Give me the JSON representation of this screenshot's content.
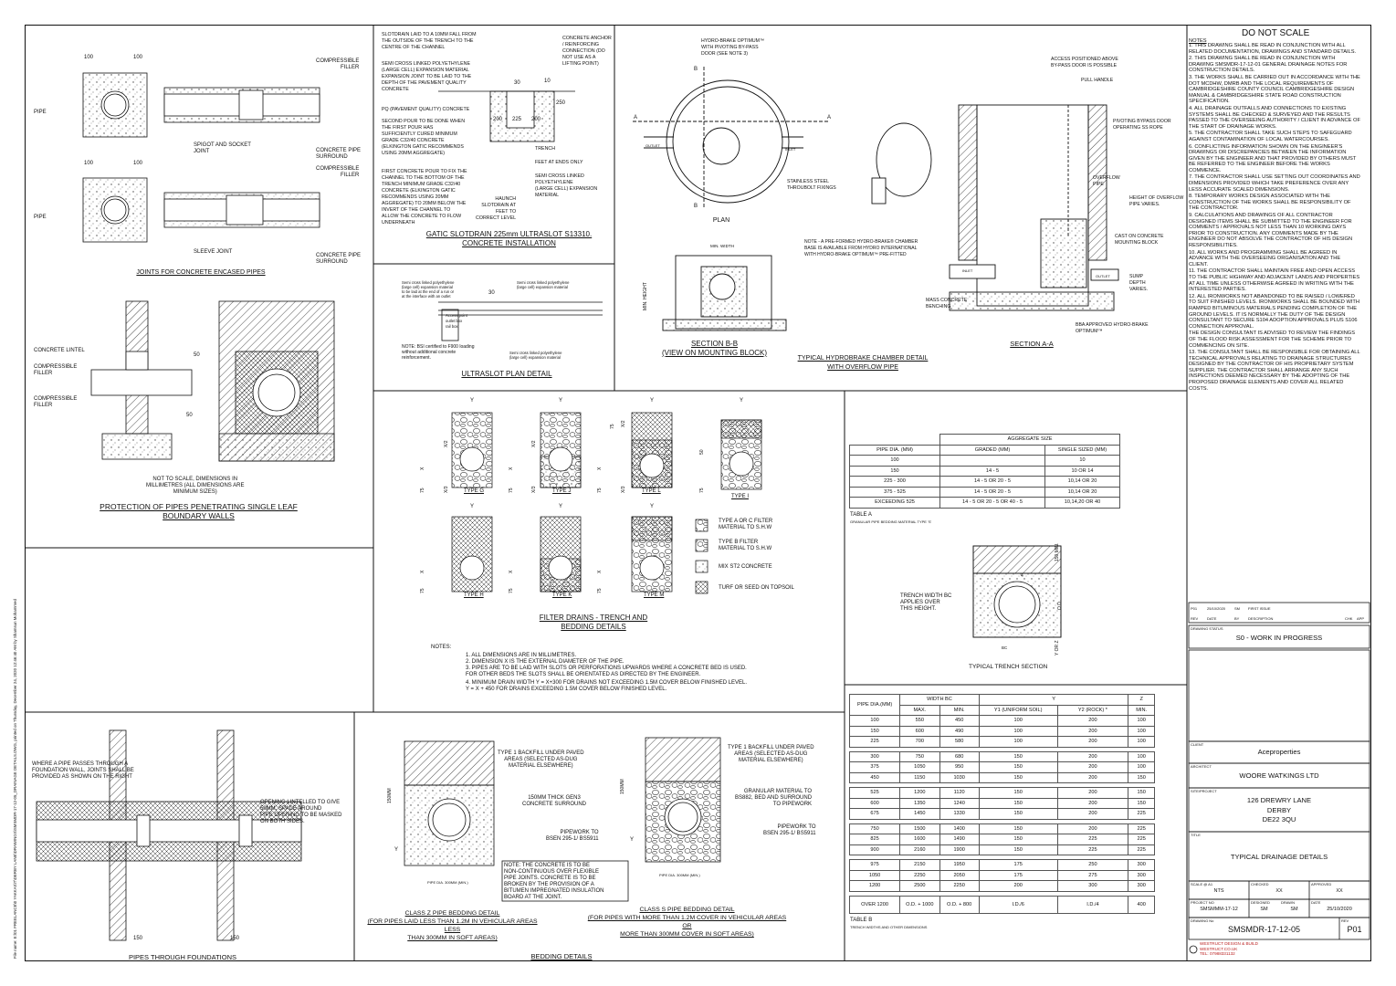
{
  "sheet": {
    "file_side_text": "File name: E:\\01 FREELANCE\\0 YAKKAS\\T\\DERBY LANE\\DRAWINGS\\SMSMDR-17-12-05_DRAINAGE DETAILS.DWG, printed on Thursday, December 24, 2020 12:46:40 AM by Shamsun Mohammed",
    "do_not_scale": "DO NOT SCALE",
    "notes_heading": "NOTES"
  },
  "joints": {
    "title": "JOINTS FOR CONCRETE ENCASED PIPES",
    "dim_100_a": "100",
    "dim_100_b": "100",
    "dim_100_c": "100",
    "dim_100_d": "100",
    "pipe_a": "PIPE",
    "pipe_b": "PIPE",
    "comp_filler_a": "COMPRESSIBLE\nFILLER",
    "comp_filler_b": "COMPRESSIBLE\nFILLER",
    "spigot": "SPIGOT AND SOCKET\nJOINT",
    "sleeve": "SLEEVE JOINT",
    "surround_a": "CONCRETE PIPE\nSURROUND",
    "surround_b": "CONCRETE PIPE\nSURROUND"
  },
  "boundary": {
    "lintel": "CONCRETE LINTEL",
    "filler_a": "COMPRESSIBLE\nFILLER",
    "filler_b": "COMPRESSIBLE\nFILLER",
    "dim50a": "50",
    "dim50b": "50",
    "note": "NOT TO SCALE, DIMENSIONS IN\nMILLIMETRES (ALL DIMENSIONS ARE\nMINIMUM SIZES)",
    "title": "PROTECTION OF PIPES PENETRATING SINGLE LEAF\nBOUNDARY WALLS"
  },
  "foundations": {
    "left_note": "WHERE A PIPE PASSES THROUGH A\nFOUNDATION WALL, JOINTS SHALL BE\nPROVIDED AS SHOWN ON THE RIGHT",
    "right_note": "OPENING LINTELLED TO GIVE\n50MM. SPACE AROUND\nPIPE OPENING TO BE MASKED\nON BOTH SIDES.",
    "dim150a": "150",
    "dim150b": "150",
    "title": "PIPES THROUGH FOUNDATIONS"
  },
  "slotdrain": {
    "t1": "SLOTDRAIN LAID TO A 10MM FALL FROM\nTHE OUTSIDE OF THE TRENCH TO THE\nCENTRE OF THE CHANNEL",
    "t2": "SEMI CROSS LINKED POLYETHYLENE\n(LARGE CELL) EXPANSION MATERIAL\nEXPANSION JOINT TO BE LAID TO THE\nDEPTH OF THE PAVEMENT QUALITY\nCONCRETE",
    "t3": "PQ (PAVEMENT QUALITY) CONCRETE",
    "t4": "SECOND POUR TO BE DONE WHEN\nTHE FIRST POUR HAS\nSUFFICIENTLY CURED MINIMUM\nGRADE C32/40 CONCRETE\n(ELKINGTON GATIC RECOMMENDS\nUSING 20MM AGGREGATE)",
    "t5": "FIRST CONCRETE POUR TO FIX THE\nCHANNEL TO THE BOTTOM OF THE\nTRENCH MINIMUM GRADE C32/40\nCONCRETE (ELKINGTON GATIC\nRECOMMENDS USING 20MM\nAGGREGATE) TO 20MM BELOW THE\nINVERT OF THE CHANNEL TO\nALLOW THE CONCRETE TO FLOW\nUNDERNEATH",
    "t6": "CONCRETE ANCHOR\n/ REINFORCING\nCONNECTION (DO\nNOT USE AS A\nLIFTING POINT)",
    "t7": "TRENCH",
    "t8": "FEET AT ENDS ONLY",
    "t9": "SEMI CROSS LINKED\nPOLYETHYLENE\n(LARGE CELL) EXPANSION\nMATERIAL",
    "t10": "HAUNCH\nSLOTDRAIN AT\nFEET TO\nCORRECT LEVEL",
    "d30": "30",
    "d10": "10",
    "d200a": "200",
    "d225": "225",
    "d200b": "200",
    "d250": "250",
    "title": "GATIC SLOTDRAIN 225mm ULTRASLOT S13310.\nCONCRETE INSTALLATION"
  },
  "ultraslot": {
    "t1": "Semi cross linked polyethylene\n(large cell) expansion material\nto be laid at the end of a run or\nat the interface with an outlet",
    "t2": "Semi cross linked polyethylene\n(large cell) expansion material",
    "t3": "Access point\noutlet box\nrail box",
    "t4": "Semi cross linked polyethylene\n(large cell) expansion material",
    "note": "NOTE: BSI certified to F900 loading\nwithout additional concrete\nreinforcement.",
    "d30": "30",
    "title": "ULTRASLOT PLAN DETAIL"
  },
  "hydro": {
    "t1": "HYDRO-BRAKE OPTIMUM™\nWITH PIVOTING BY-PASS\nDOOR (SEE NOTE 3)",
    "outlet": "OUTLET",
    "inlet": "INLET",
    "stainless": "STAINLESS STEEL\nTHROUBOLT FIXINGS",
    "a1": "A",
    "a2": "A",
    "b1": "B",
    "b2": "B",
    "plan": "PLAN",
    "note": "NOTE - A PRE-FORMED HYDRO-BRAKE® CHAMBER\nBASE IS AVAILABLE FROM HYDRO INTERNATIONAL\nWITH HYDRO-BRAKE OPTIMUM™ PRE-FITTED",
    "min_width": "MIN. WIDTH",
    "min_height": "MIN. HEIGHT",
    "section_bb": "SECTION B-B\n(VIEW ON MOUNTING BLOCK)",
    "typical": "TYPICAL HYDROBRAKE CHAMBER DETAIL\nWITH OVERFLOW PIPE",
    "access": "ACCESS POSITIONED ABOVE\nBY-PASS DOOR IS POSSIBLE",
    "pull": "PULL HANDLE",
    "pivot": "PIVOTING BYPASS DOOR\nOPERATING SS ROPE",
    "overflow": "OVERFLOW\nPIPE",
    "height_over": "HEIGHT OF OVERFLOW\nPIPE VARIES.",
    "cast": "CAST ON CONCRETE\nMOUNTING BLOCK",
    "inlet2": "INLET",
    "outlet2": "OUTLET",
    "sump": "SUMP\nDEPTH\nVARIES.",
    "mass": "MASS CONCRETE\nBENCHING",
    "bba": "BBA APPROVED HYDRO-BRAKE\nOPTIMUM™",
    "section_aa": "SECTION A-A"
  },
  "filter": {
    "y_labels": [
      "Y",
      "Y",
      "Y",
      "Y",
      "Y",
      "Y",
      "Y"
    ],
    "types": [
      "TYPE G",
      "TYPE J",
      "TYPE L",
      "TYPE I",
      "TYPE H",
      "TYPE K",
      "TYPE M"
    ],
    "dims": [
      "X/2",
      "X/2",
      "X/2",
      "X",
      "X",
      "X",
      "X/3",
      "X/3",
      "X/3",
      "75",
      "75",
      "75",
      "75",
      "75",
      "75",
      "75",
      "50",
      "75",
      "X",
      "X",
      "X"
    ],
    "legend": [
      "TYPE A OR C FILTER\nMATERIAL TO S.H.W",
      "TYPE B FILTER\nMATERIAL TO S.H.W",
      "MIX ST2 CONCRETE",
      "TURF OR SEED ON TOPSOIL"
    ],
    "title": "FILTER DRAINS - TRENCH AND\nBEDDING DETAILS",
    "notes_heading": "NOTES:",
    "notes": [
      "1.    ALL DIMENSIONS ARE IN MILLIMETRES.",
      "2.    DIMENSION X IS THE EXTERNAL DIAMETER OF THE PIPE.",
      "3.    PIPES ARE TO BE LAID WITH SLOTS OR PERFORATIONS UPWARDS WHERE A CONCRETE BED IS USED.\n       FOR OTHER BEDS THE SLOTS SHALL BE ORIENTATED AS DIRECTED BY THE ENGINEER.",
      "4.    MINIMUM DRAIN WIDTH Y = X+300 FOR DRAINS NOT EXCEEDING 1.5M COVER BELOW FINISHED LEVEL.\n       Y = X + 450 FOR DRAINS EXCEEDING 1.5M COVER BELOW FINISHED LEVEL."
    ]
  },
  "table_a": {
    "group_header": "AGGREGATE SIZE",
    "headers": [
      "PIPE DIA. (MM)",
      "GRADED (MM)",
      "SINGLE SIZED (MM)"
    ],
    "rows": [
      [
        "100",
        "",
        "10"
      ],
      [
        "150",
        "14 - 5",
        "10 OR 14"
      ],
      [
        "225 - 300",
        "14 - 5 OR 20 - 5",
        "10,14 OR 20"
      ],
      [
        "375 - 525",
        "14 - 5 OR 20 - 5",
        "10,14 OR 20"
      ],
      [
        "EXCEEDING 525",
        "14 - 5 OR 20 - 5 OR 40 - 5",
        "10,14,20 OR 40"
      ]
    ],
    "caption": "TABLE A",
    "sub": "GRANULAR PIPE BEDDING MATERIAL TYPE 'S'"
  },
  "trench": {
    "bc_note": "TRENCH WIDTH BC\nAPPLIES OVER\nTHIS HEIGHT.",
    "bc": "BC",
    "d150": "150 MIN.",
    "od": "O.D.",
    "yz": "Y OR Z",
    "d4": "4",
    "title": "TYPICAL TRENCH SECTION"
  },
  "table_b": {
    "headers_top": [
      "PIPE DIA.(MM)",
      "WIDTH BC",
      "Y",
      "Z"
    ],
    "headers_sub": [
      "MAX.",
      "MIN.",
      "Y1 (UNIFORM SOIL)",
      "Y2 (ROCK) *",
      "MIN."
    ],
    "groups": [
      [
        [
          "100",
          "550",
          "450",
          "100",
          "200",
          "100"
        ],
        [
          "150",
          "600",
          "490",
          "100",
          "200",
          "100"
        ],
        [
          "225",
          "700",
          "580",
          "100",
          "200",
          "100"
        ]
      ],
      [
        [
          "300",
          "750",
          "680",
          "150",
          "200",
          "100"
        ],
        [
          "375",
          "1050",
          "950",
          "150",
          "200",
          "100"
        ],
        [
          "450",
          "1150",
          "1030",
          "150",
          "200",
          "150"
        ]
      ],
      [
        [
          "525",
          "1200",
          "1120",
          "150",
          "200",
          "150"
        ],
        [
          "600",
          "1350",
          "1240",
          "150",
          "200",
          "150"
        ],
        [
          "675",
          "1450",
          "1330",
          "150",
          "200",
          "225"
        ]
      ],
      [
        [
          "750",
          "1500",
          "1400",
          "150",
          "200",
          "225"
        ],
        [
          "825",
          "1600",
          "1490",
          "150",
          "225",
          "225"
        ],
        [
          "900",
          "2160",
          "1900",
          "150",
          "225",
          "225"
        ]
      ],
      [
        [
          "975",
          "2150",
          "1950",
          "175",
          "250",
          "300"
        ],
        [
          "1050",
          "2250",
          "2050",
          "175",
          "275",
          "300"
        ],
        [
          "1200",
          "2500",
          "2250",
          "200",
          "300",
          "300"
        ]
      ],
      [
        [
          "OVER 1200",
          "O.D. + 1000",
          "O.D. + 800",
          "I.D./6",
          "I.D./4",
          "400"
        ]
      ]
    ],
    "caption": "TABLE B",
    "sub": "TRENCH WIDTHS AND OTHER DIMENSIONS"
  },
  "bedding": {
    "z_backfill": "TYPE 1 BACKFILL UNDER PAVED\nAREAS (SELECTED AS-DUG\nMATERIAL ELSEWHERE)",
    "z_conc": "150MM THICK GEN3\nCONCRETE SURROUND",
    "z_pipe": "PIPEWORK TO\nBSEN 295-1/ BS5911",
    "z_dia": "PIPE DIA. 300MM (MIN.)",
    "z_d": "150MM",
    "z_y": "Y",
    "z_note": "NOTE: THE CONCRETE IS TO BE\nNON-CONTINUOUS OVER FLEXIBLE\nPIPE JOINTS. CONCRETE IS TO BE\nBROKEN BY THE PROVISION OF A\nBITUMEN IMPREGNATED INSULATION\nBOARD AT THE JOINT.",
    "z_title": "CLASS Z PIPE BEDDING DETAIL\n(FOR PIPES LAID LESS THAN 1.2M IN VEHICULAR AREAS LESS\nTHAN 300MM IN SOFT AREAS)",
    "s_backfill": "TYPE 1 BACKFILL UNDER PAVED\nAREAS (SELECTED AS-DUG\nMATERIAL ELSEWHERE)",
    "s_gran": "GRANULAR MATERIAL TO\nBS882, BED AND SURROUND\nTO PIPEWORK",
    "s_pipe": "PIPEWORK TO\nBSEN 295-1/ BS5911",
    "s_dia": "PIPE DIA. 300MM (MIN.)",
    "s_d": "150MM",
    "s_y": "Y",
    "s_title": "CLASS S PIPE BEDDING DETAIL\n(FOR PIPES WITH MORE THAN 1.2M COVER IN VEHICULAR AREAS OR\nMORE THAN 300MM COVER IN SOFT AREAS)",
    "title": "BEDDING DETAILS"
  },
  "notes": [
    "1.   THIS DRAWING SHALL BE READ IN CONJUNCTION WITH ALL RELATED DOCUMENTATION, DRAWINGS AND STANDARD DETAILS.",
    "2.   THIS DRAWING SHALL BE READ IN CONJUNCTION WITH DRAWING SMSMDR-17-12-01 GENERAL DRAINAGE NOTES FOR CONSTRUCTION DETAILS.",
    "3.   THE WORKS SHALL BE CARRIED OUT IN ACCORDANCE WITH THE DOT MCDHW, DMRB AND THE LOCAL REQUIREMENTS OF CAMBRIDGESHIRE COUNTY COUNCIL CAMBRIDGESHIRE DESIGN MANUAL & CAMBRIDGESHIRE STATE ROAD CONSTRUCTION SPECIFICATION.",
    "4.   ALL DRAINAGE OUTFALLS AND CONNECTIONS TO EXISTING SYSTEMS SHALL BE CHECKED & SURVEYED AND THE RESULTS PASSED TO THE OVERSEEING AUTHORITY / CLIENT IN ADVANCE OF THE START OF DRAINAGE WORKS.",
    "5.   THE CONTRACTOR SHALL TAKE SUCH STEPS TO SAFEGUARD AGAINST CONTAMINATION OF LOCAL WATERCOURSES.",
    "6.   CONFLICTING INFORMATION SHOWN ON THE ENGINEER'S DRAWINGS OR DISCREPANCIES BETWEEN THE INFORMATION GIVEN BY THE ENGINEER AND THAT PROVIDED BY OTHERS MUST BE REFERRED TO THE ENGINEER BEFORE THE WORKS COMMENCE.",
    "7.   THE CONTRACTOR SHALL USE SETTING OUT COORDINATES AND DIMENSIONS PROVIDED WHICH TAKE PREFERENCE OVER ANY LESS ACCURATE SCALED DIMENSIONS.",
    "8.   TEMPORARY WORKS DESIGN ASSOCIATED WITH THE CONSTRUCTION OF THE WORKS SHALL BE RESPONSIBILITY OF THE CONTRACTOR.",
    "9.   CALCULATIONS AND DRAWINGS OF ALL CONTRACTOR DESIGNED ITEMS SHALL BE SUBMITTED TO THE ENGINEER FOR COMMENTS / APPROVALS NOT LESS THAN 10 WORKING DAYS PRIOR TO CONSTRUCTION. ANY COMMENTS MADE BY THE ENGINEER DO NOT ABSOLVE THE CONTRACTOR OF HIS DESIGN RESPONSIBILITIES.",
    "10. ALL WORKS AND PROGRAMMING SHALL BE AGREED IN ADVANCE WITH THE OVERSEEING ORGANISATION AND THE CLIENT.",
    "11. THE CONTRACTOR SHALL MAINTAIN FREE AND OPEN ACCESS TO THE PUBLIC HIGHWAY AND ADJACENT LANDS AND PROPERTIES AT ALL TIME UNLESS OTHERWISE AGREED IN WRITING WITH THE INTERESTED PARTIES.",
    "12. ALL IRONWORKS NOT ABANDONED TO BE RAISED / LOWERED TO SUIT FINISHED LEVELS. IRONWORKS SHALL BE BOUNDED WITH RAMPED BITUMINOUS MATERIALS PENDING COMPLETION OF THE GROUND LEVELS. IT IS NORMALLY THE DUTY OF THE DESIGN CONSULTANT TO SECURE S104 ADOPTION APPROVALS PLUS S106 CONNECTION APPROVAL.",
    "THE DESIGN CONSULTANT IS ADVISED TO REVIEW THE FINDINGS OF THE FLOOD RISK ASSESSMENT FOR THE SCHEME PRIOR TO COMMENCING ON SITE.",
    "13. THE CONSULTANT SHALL BE RESPONSIBLE FOR OBTAINING ALL TECHNICAL APPROVALS RELATING TO DRAINAGE STRUCTURES DESIGNED BY THE CONTRACTOR OF HIS PROPRIETARY SYSTEM SUPPLIER. THE CONTRACTOR SHALL ARRANGE ANY SUCH INSPECTIONS DEEMED NECESSARY BY THE ADOPTING OF THE PROPOSED DRAINAGE ELEMENTS AND COVER ALL RELATED COSTS."
  ],
  "titleblock": {
    "rev_row": [
      "P01",
      "25/10/2020",
      "SM",
      "FIRST ISSUE",
      "",
      "",
      ""
    ],
    "rev_headers": [
      "REV",
      "DATE",
      "BY",
      "DESCRIPTION",
      "CHK",
      "APP"
    ],
    "status_label": "DRAWING STATUS",
    "status": "S0 - WORK IN PROGRESS",
    "client_label": "CLIENT",
    "client": "Aceproperties",
    "architect_label": "ARCHITECT",
    "architect": "WOORE WATKINGS LTD",
    "site_label": "SITE/PROJECT",
    "site": "126 DREWRY LANE\nDERBY\nDE22 3QU",
    "title_label": "TITLE",
    "title": "TYPICAL DRAINAGE DETAILS",
    "scale_label": "SCALE @ A1",
    "scale": "NTS",
    "checked_label": "CHECKED",
    "checked": "XX",
    "approved_label": "APPROVED",
    "approved": "XX",
    "project_label": "PROJECT NO",
    "project": "SMSMMM-17-12",
    "designed_label": "DESIGNED",
    "designed": "SM",
    "drawn_label": "DRAWN",
    "drawn": "SM",
    "date_label": "DATE",
    "date": "25/10/2020",
    "drawing_label": "DRAWING No",
    "drawing": "SMSMDR-17-12-05",
    "rev_label": "REV",
    "rev": "P01",
    "company": "WESTRUCT DESIGN & BUILD\nWESTRUCT.CO.UK\nTEL: 07988331132"
  }
}
